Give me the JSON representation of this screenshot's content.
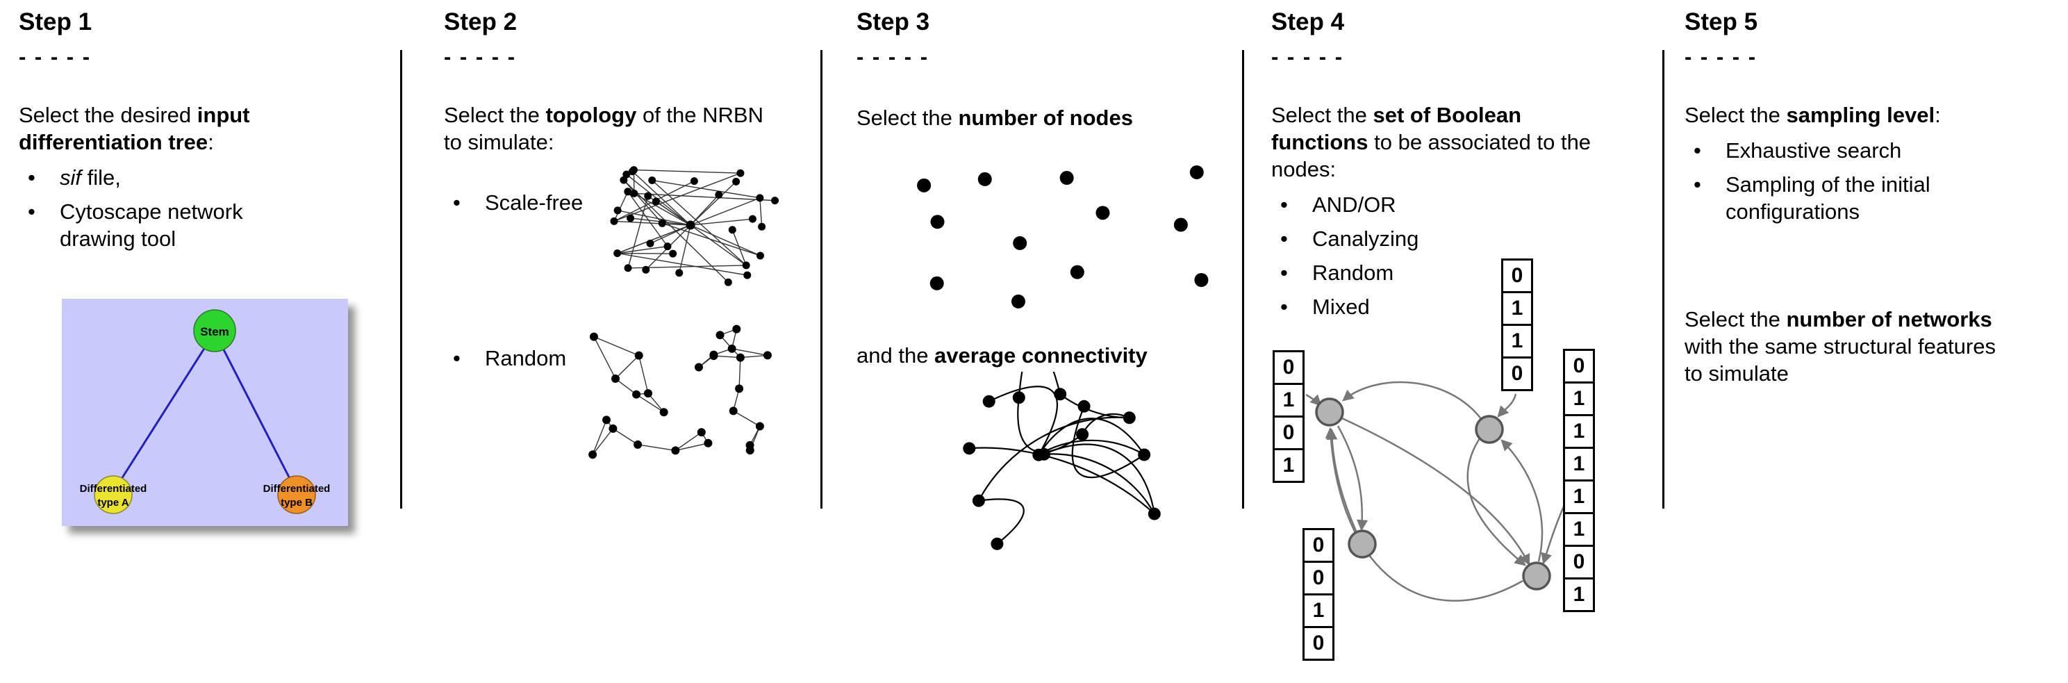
{
  "bullet": "•",
  "dashes": "- - - - -",
  "step1": {
    "title": "Step 1",
    "intro_pre": "Select the desired ",
    "intro_bold": "input differentiation tree",
    "intro_post": ":",
    "bullet1_italic": "sif",
    "bullet1_rest": " file,",
    "bullet2": "Cytoscape network drawing tool",
    "tree": {
      "stem_label": "Stem",
      "type_a_line1": "Differentiated",
      "type_a_line2": "type A",
      "type_b_line1": "Differentiated",
      "type_b_line2": "type B"
    },
    "colors": {
      "panel": "#c9c9fb",
      "stem": "#2ed42e",
      "type_a": "#ece32f",
      "type_b": "#ef9126",
      "branch": "#2020c0"
    }
  },
  "step2": {
    "title": "Step 2",
    "intro_pre": "Select the ",
    "intro_bold": "topology",
    "intro_post": " of the NRBN to simulate:",
    "bullets": [
      "Scale-free",
      "Random"
    ]
  },
  "step3": {
    "title": "Step 3",
    "line1_pre": "Select the ",
    "line1_bold": "number of nodes",
    "line2_pre": "and the ",
    "line2_bold": "average connectivity"
  },
  "step4": {
    "title": "Step 4",
    "intro_pre": "Select the ",
    "intro_bold": "set of Boolean functions",
    "intro_post": " to be associated to the nodes:",
    "bullets": [
      "AND/OR",
      "Canalyzing",
      "Random",
      "Mixed"
    ],
    "tables": {
      "left": [
        "0",
        "1",
        "0",
        "1"
      ],
      "top": [
        "0",
        "1",
        "1",
        "0"
      ],
      "bottom": [
        "0",
        "0",
        "1",
        "0"
      ],
      "right": [
        "0",
        "1",
        "1",
        "1",
        "1",
        "1",
        "0",
        "1"
      ]
    }
  },
  "step5": {
    "title": "Step 5",
    "intro_pre": "Select the ",
    "intro_bold": "sampling level",
    "intro_post": ":",
    "bullets": [
      "Exhaustive search",
      "Sampling of the initial configurations"
    ],
    "para_pre": "Select the ",
    "para_bold": "number of networks",
    "para_post": " with the same structural features to simulate"
  }
}
